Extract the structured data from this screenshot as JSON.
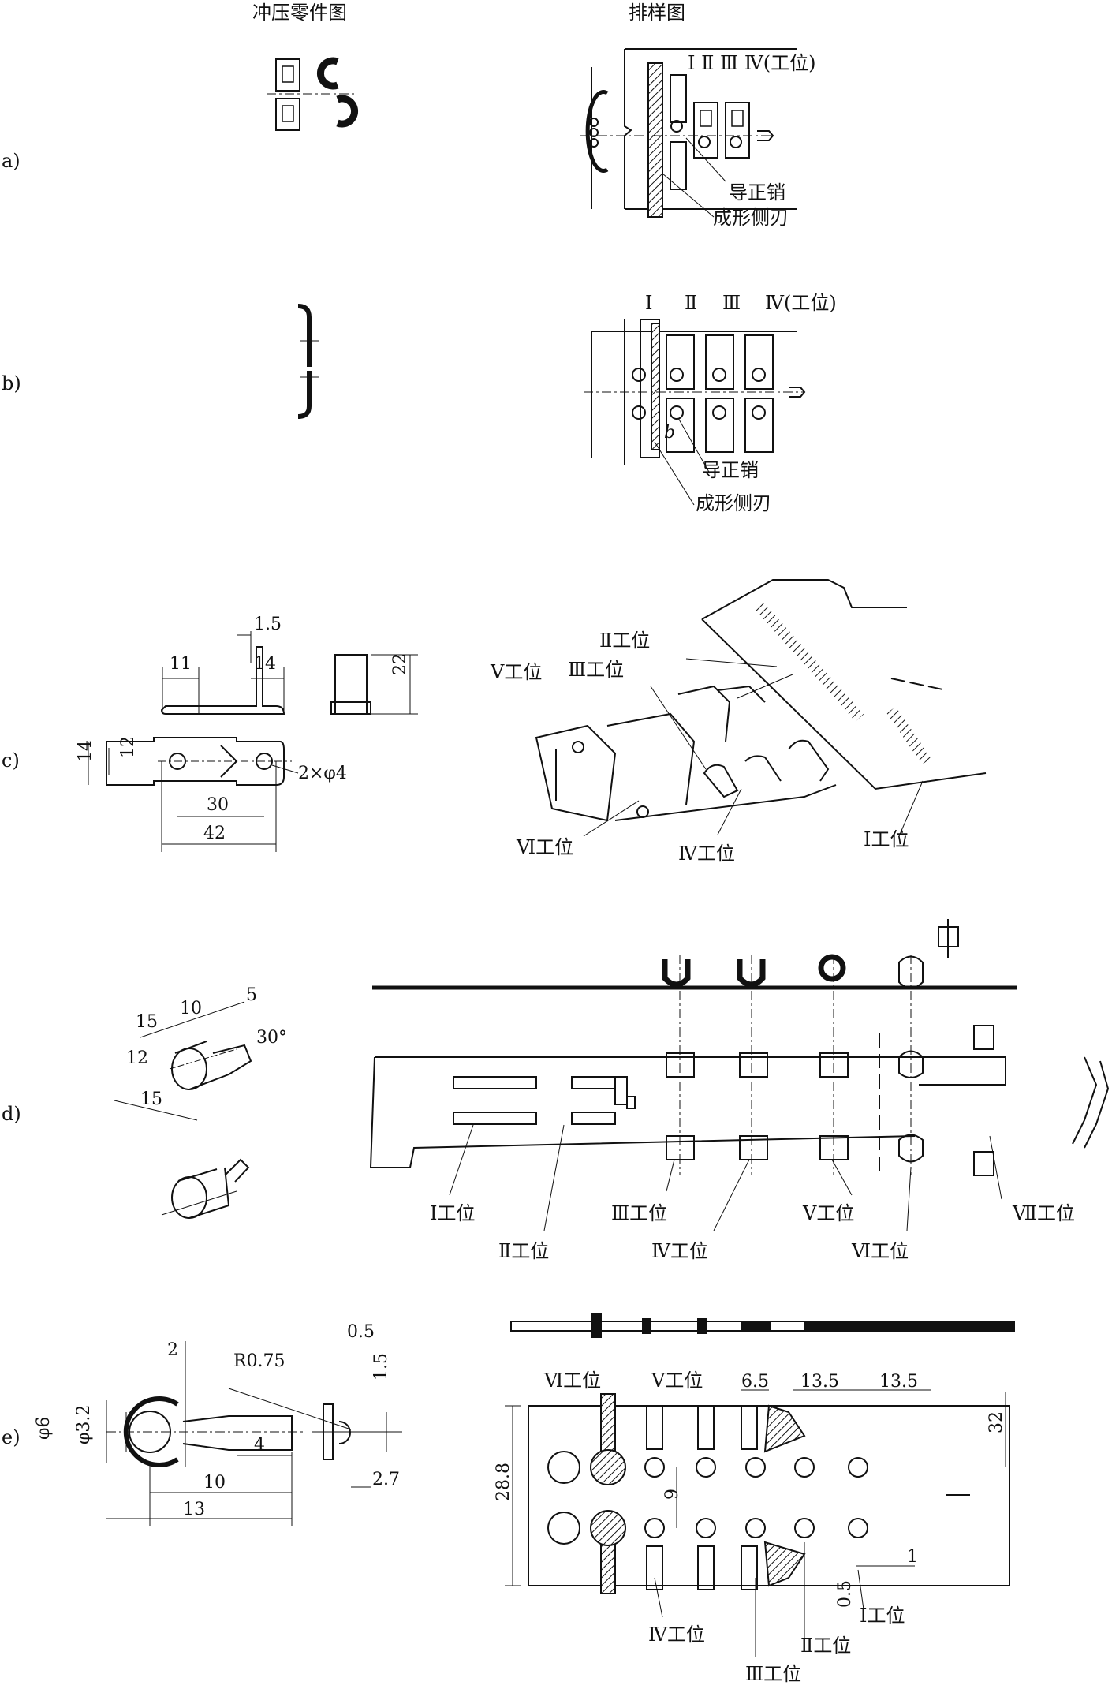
{
  "headers": {
    "part_drawing": "冲压零件图",
    "layout_drawing": "排样图"
  },
  "rows": {
    "a": {
      "label": "a)",
      "stations": "Ⅰ Ⅱ Ⅲ Ⅳ(工位)",
      "pilot_pin": "导正销",
      "forming_side_cutter": "成形侧刃"
    },
    "b": {
      "label": "b)",
      "st1": "Ⅰ",
      "st2": "Ⅱ",
      "st3": "Ⅲ",
      "st4": "Ⅳ(工位)",
      "b_mark": "b",
      "pilot_pin": "导正销",
      "forming_side_cutter": "成形侧刃"
    },
    "c": {
      "label": "c)",
      "dims": {
        "d11": "11",
        "d1_5": "1.5",
        "d14_top": "14",
        "d22": "22",
        "d14_side": "14",
        "d12": "12",
        "holes": "2×φ4",
        "d30": "30",
        "d42": "42"
      },
      "stations": {
        "s1": "Ⅰ工位",
        "s2": "Ⅱ工位",
        "s3": "Ⅲ工位",
        "s4": "Ⅳ工位",
        "s5": "Ⅴ工位",
        "s6": "Ⅵ工位"
      }
    },
    "d": {
      "label": "d)",
      "dims": {
        "d15a": "15",
        "d10": "10",
        "d5": "5",
        "d30deg": "30°",
        "d12": "12",
        "d15b": "15"
      },
      "stations": {
        "s1": "Ⅰ工位",
        "s2": "Ⅱ工位",
        "s3": "Ⅲ工位",
        "s4": "Ⅳ工位",
        "s5": "Ⅴ工位",
        "s6": "Ⅵ工位",
        "s7": "Ⅶ工位"
      }
    },
    "e": {
      "label": "e)",
      "dims": {
        "phi6": "φ6",
        "phi3_2": "φ3.2",
        "d2": "2",
        "r075": "R0.75",
        "d0_5": "0.5",
        "d1_5": "1.5",
        "d4": "4",
        "d10": "10",
        "d13": "13",
        "d2_7": "2.7",
        "d6_5": "6.5",
        "d13_5a": "13.5",
        "d13_5b": "13.5",
        "d32": "32",
        "d28_8": "28.8",
        "d9": "9",
        "d1": "1",
        "d0_5b": "0.5"
      },
      "stations": {
        "s1": "Ⅰ工位",
        "s2": "Ⅱ工位",
        "s3": "Ⅲ工位",
        "s4": "Ⅳ工位",
        "s5": "Ⅴ工位",
        "s6": "Ⅵ工位"
      }
    }
  }
}
